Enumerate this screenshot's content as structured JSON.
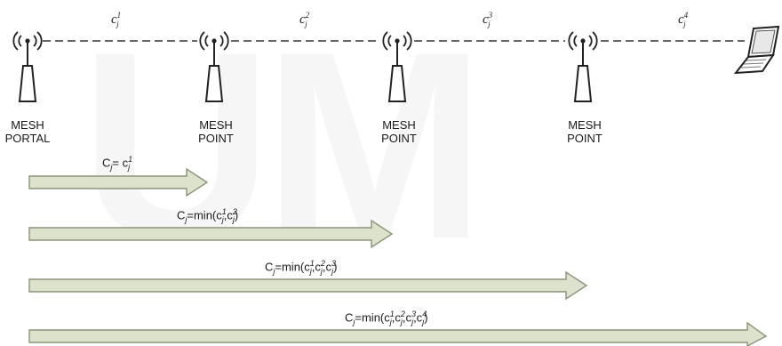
{
  "nodes": [
    {
      "line1": "MESH",
      "line2": "PORTAL",
      "icon": "antenna-icon"
    },
    {
      "line1": "MESH",
      "line2": "POINT",
      "icon": "antenna-icon"
    },
    {
      "line1": "MESH",
      "line2": "POINT",
      "icon": "antenna-icon"
    },
    {
      "line1": "MESH",
      "line2": "POINT",
      "icon": "antenna-icon"
    }
  ],
  "client": {
    "icon": "laptop-icon"
  },
  "links": [
    {
      "base": "c",
      "sub": "j",
      "sup": "1"
    },
    {
      "base": "c",
      "sub": "j",
      "sup": "2"
    },
    {
      "base": "c",
      "sub": "j",
      "sup": "3"
    },
    {
      "base": "c",
      "sub": "j",
      "sup": "4"
    }
  ],
  "formulas": [
    {
      "lhs": "C",
      "lhs_sub": "j",
      "rhs": "= c",
      "rhs_sub": "j",
      "rhs_sup": "1"
    },
    {
      "lhs": "C",
      "lhs_sub": "j",
      "rhs": "=min(c",
      "terms": [
        "1",
        "2"
      ],
      "close": ")"
    },
    {
      "lhs": "C",
      "lhs_sub": "j",
      "rhs": "=min(c",
      "terms": [
        "1",
        "2",
        "3"
      ],
      "close": ")"
    },
    {
      "lhs": "C",
      "lhs_sub": "j",
      "rhs": "=min(c",
      "terms": [
        "1",
        "2",
        "3",
        "4"
      ],
      "close": ")"
    }
  ],
  "watermark": "UM",
  "colors": {
    "arrow_fill": "#dde2cc",
    "arrow_stroke": "#8a9478",
    "link": "#333333"
  }
}
